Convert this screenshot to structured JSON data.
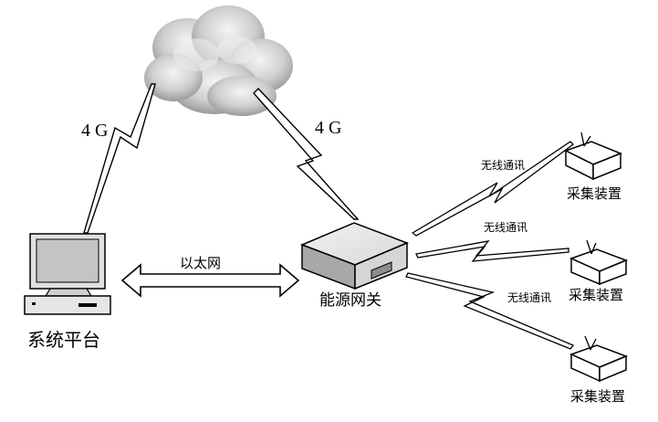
{
  "labels": {
    "link_4g_left": "4 G",
    "link_4g_right": "4 G",
    "ethernet": "以太网",
    "platform": "系统平台",
    "gateway": "能源网关",
    "wireless_1": "无线通讯",
    "wireless_2": "无线通讯",
    "wireless_3": "无线通讯",
    "device_1": "采集装置",
    "device_2": "采集装置",
    "device_3": "采集装置"
  },
  "icons": {
    "cloud": "cloud-icon",
    "computer": "computer-icon",
    "gateway": "gateway-icon",
    "device": "device-icon",
    "lightning": "lightning-bolt-icon",
    "arrow": "double-arrow-icon"
  }
}
